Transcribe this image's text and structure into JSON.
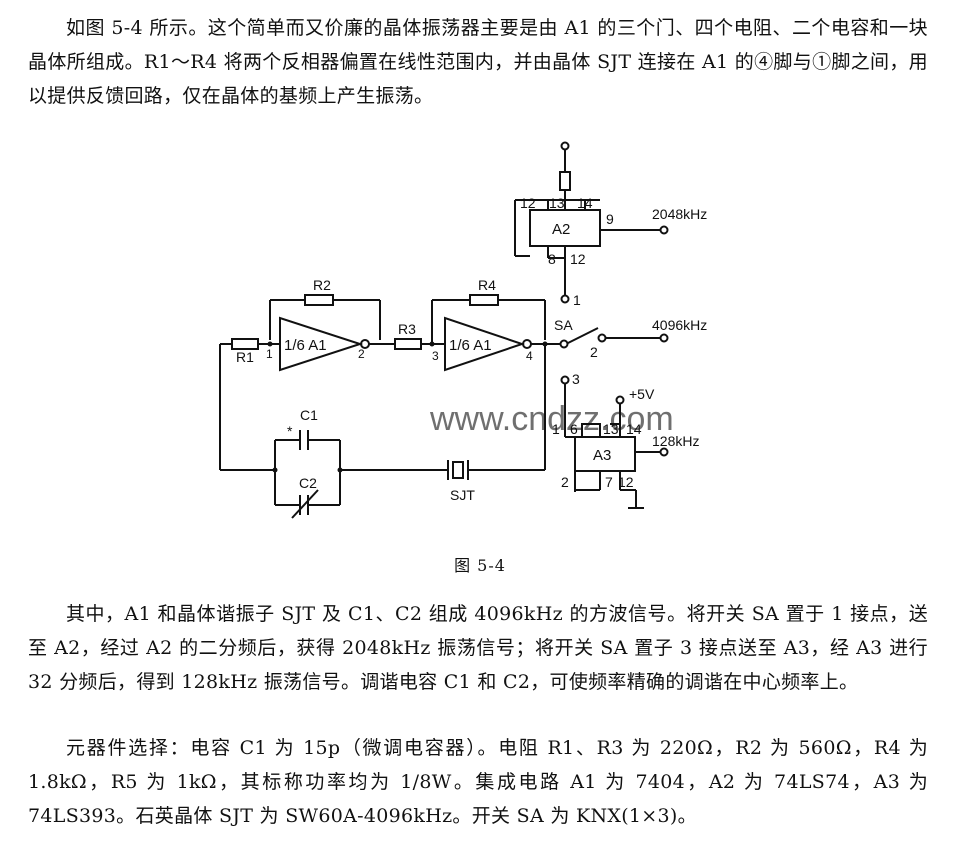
{
  "paragraph1": "如图 5-4 所示。这个简单而又价廉的晶体振荡器主要是由 A1 的三个门、四个电阻、二个电容和一块晶体所组成。R1～R4 将两个反相器偏置在线性范围内，并由晶体 SJT 连接在 A1 的④脚与①脚之间，用以提供反馈回路，仅在晶体的基频上产生振荡。",
  "paragraph2": "其中，A1 和晶体谐振子 SJT 及 C1、C2 组成 4096kHz 的方波信号。将开关 SA 置于 1 接点，送至 A2，经过 A2 的二分频后，获得 2048kHz 振荡信号；将开关 SA 置子 3 接点送至 A3，经 A3 进行 32 分频后，得到 128kHz 振荡信号。调谐电容 C1 和 C2，可使频率精确的调谐在中心频率上。",
  "paragraph3": "元器件选择：电容 C1 为 15p（微调电容器）。电阻 R1、R3 为 220Ω，R2 为 560Ω，R4 为 1.8kΩ，R5 为 1kΩ，其标称功率均为 1/8W。集成电路 A1 为 7404，A2 为 74LS74，A3 为 74LS393。石英晶体 SJT 为 SW60A-4096kHz。开关 SA 为 KNX(1×3)。",
  "figure_caption": "图 5-4",
  "watermark": "www.cndzz.com",
  "circuit": {
    "gate1": {
      "label": "1/6  A1",
      "pin_in": "1",
      "pin_out": "2"
    },
    "gate2": {
      "label": "1/6  A1",
      "pin_in": "3",
      "pin_out": "4"
    },
    "resistors": {
      "r1": "R1",
      "r2": "R2",
      "r3": "R3",
      "r4": "R4"
    },
    "capacitors": {
      "c1": "C1",
      "c1_mark": "*",
      "c2": "C2"
    },
    "crystal": "SJT",
    "switch": {
      "label": "SA",
      "pos1": "1",
      "pos2": "2",
      "pos3": "3"
    },
    "a2": {
      "label": "A2",
      "pin12": "12",
      "pin13": "13",
      "pin14": "14",
      "pin9": "9",
      "pin8": "8",
      "pin12b": "12"
    },
    "a3": {
      "label": "A3",
      "pin1": "1",
      "pin6": "6",
      "pin13": "13",
      "pin14": "14",
      "pin2": "2",
      "pin7": "7",
      "pin12": "12"
    },
    "outputs": {
      "out_2048": "2048kHz",
      "out_4096": "4096kHz",
      "out_128": "128kHz"
    },
    "supply": "+5V"
  }
}
